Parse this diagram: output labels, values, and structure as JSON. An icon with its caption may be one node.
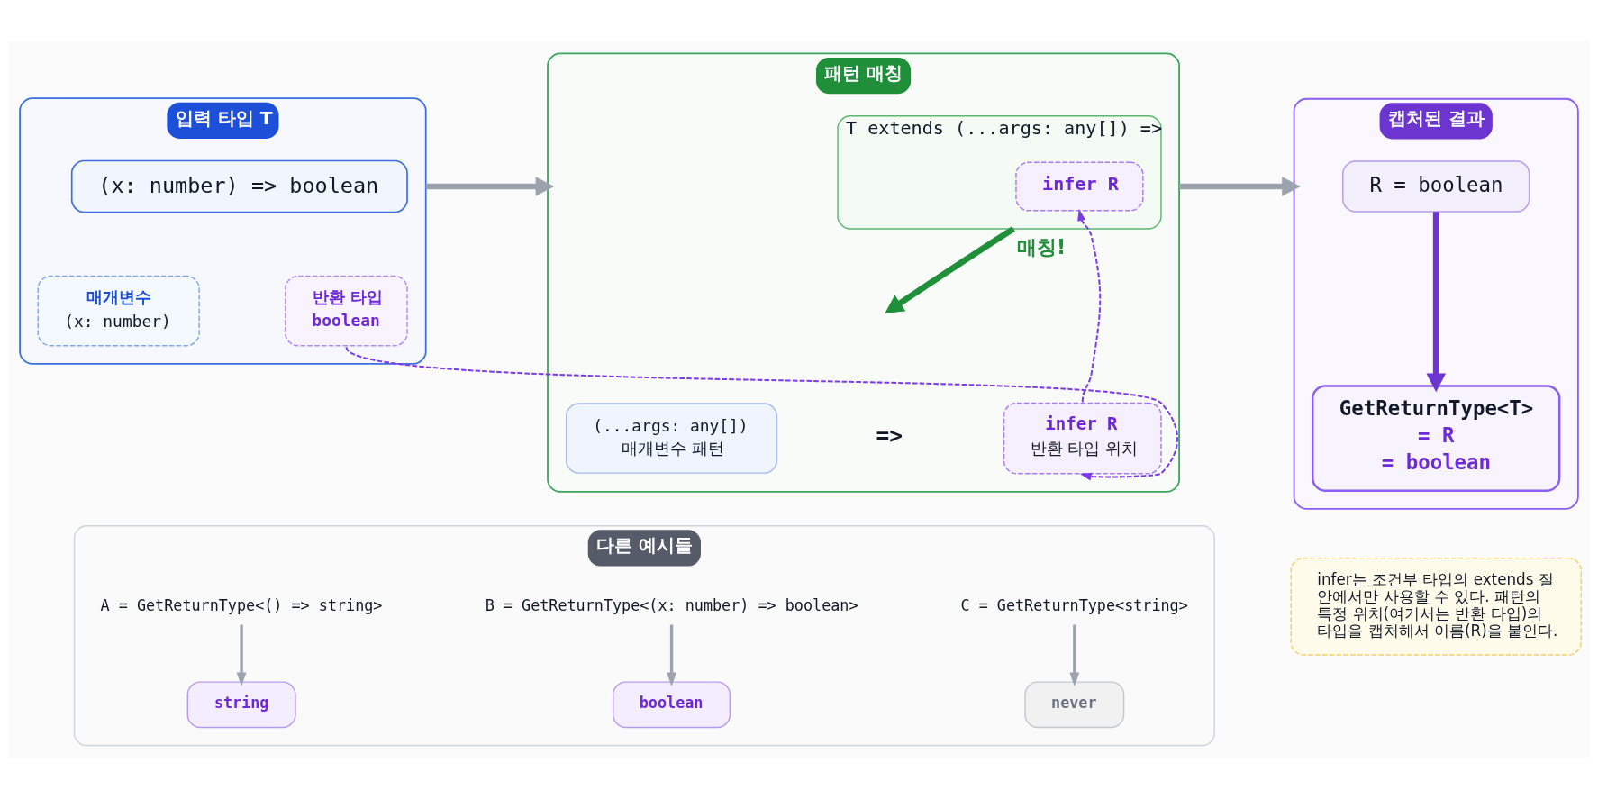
{
  "diagram": {
    "nodes": [
      {
        "text": [
          "입력 타입 T"
        ]
      },
      {
        "text": [
          "(x: number) => boolean"
        ],
        "in": 0
      },
      {
        "text": [
          "매개변수",
          "(x: number)"
        ],
        "in": 0
      },
      {
        "text": [
          "반환 타입",
          "boolean"
        ],
        "in": 0
      },
      {
        "text": [
          "패턴 매칭"
        ]
      },
      {
        "text": [
          "T extends (...args: any[]) =>"
        ],
        "in": 4
      },
      {
        "text": [
          "infer R"
        ],
        "in": 5
      },
      {
        "text": [
          "(...args: any[])",
          "매개변수 패턴"
        ],
        "in": 4
      },
      {
        "text": [
          "infer R",
          "반환 타입 위치"
        ],
        "in": 4
      },
      {
        "text": [
          "캡처된 결과"
        ]
      },
      {
        "text": [
          "R = boolean"
        ],
        "in": 9
      },
      {
        "text": [
          "GetReturnType<T>",
          "= R",
          "= boolean"
        ],
        "in": 9
      },
      {
        "text": [
          "다른 예시들"
        ]
      },
      {
        "text": [
          "A = GetReturnType<() => string>"
        ],
        "in": 12
      },
      {
        "text": [
          "string"
        ],
        "in": 12
      },
      {
        "text": [
          "B = GetReturnType<(x: number) => boolean>"
        ],
        "in": 12
      },
      {
        "text": [
          "boolean"
        ],
        "in": 12
      },
      {
        "text": [
          "C = GetReturnType<string>"
        ],
        "in": 12
      },
      {
        "text": [
          "never"
        ],
        "in": 12
      },
      {
        "text": [
          "infer는 조건부 타입의 extends 절 안에서만 사용할 수 있다. 패턴의 특정 위치(여기서는 반환 타입)의 타입을 캡처해서 이름(R)을 붙인다."
        ]
      }
    ],
    "edges": [
      {
        "from": 0,
        "to": 4,
        "arrow": "to",
        "style": "thick"
      },
      {
        "from": 4,
        "to": 9,
        "arrow": "to",
        "style": "thick"
      },
      {
        "from": 3,
        "to": 8,
        "arrow": "to",
        "style": "dashed",
        "color": "#7c3aed"
      },
      {
        "from": 8,
        "to": 6,
        "arrow": "to",
        "style": "dashed",
        "color": "#7c3aed"
      },
      {
        "from": 5,
        "to": null,
        "arrow": "to",
        "label": "매칭!",
        "style": "thick",
        "color": "#1f8f3a"
      },
      {
        "from": 10,
        "to": 11,
        "arrow": "to",
        "style": "thick",
        "color": "#6d35d0"
      },
      {
        "from": 13,
        "to": 14,
        "arrow": "to"
      },
      {
        "from": 15,
        "to": 16,
        "arrow": "to"
      },
      {
        "from": 17,
        "to": 18,
        "arrow": "to"
      }
    ],
    "labels": [
      "=>"
    ]
  }
}
